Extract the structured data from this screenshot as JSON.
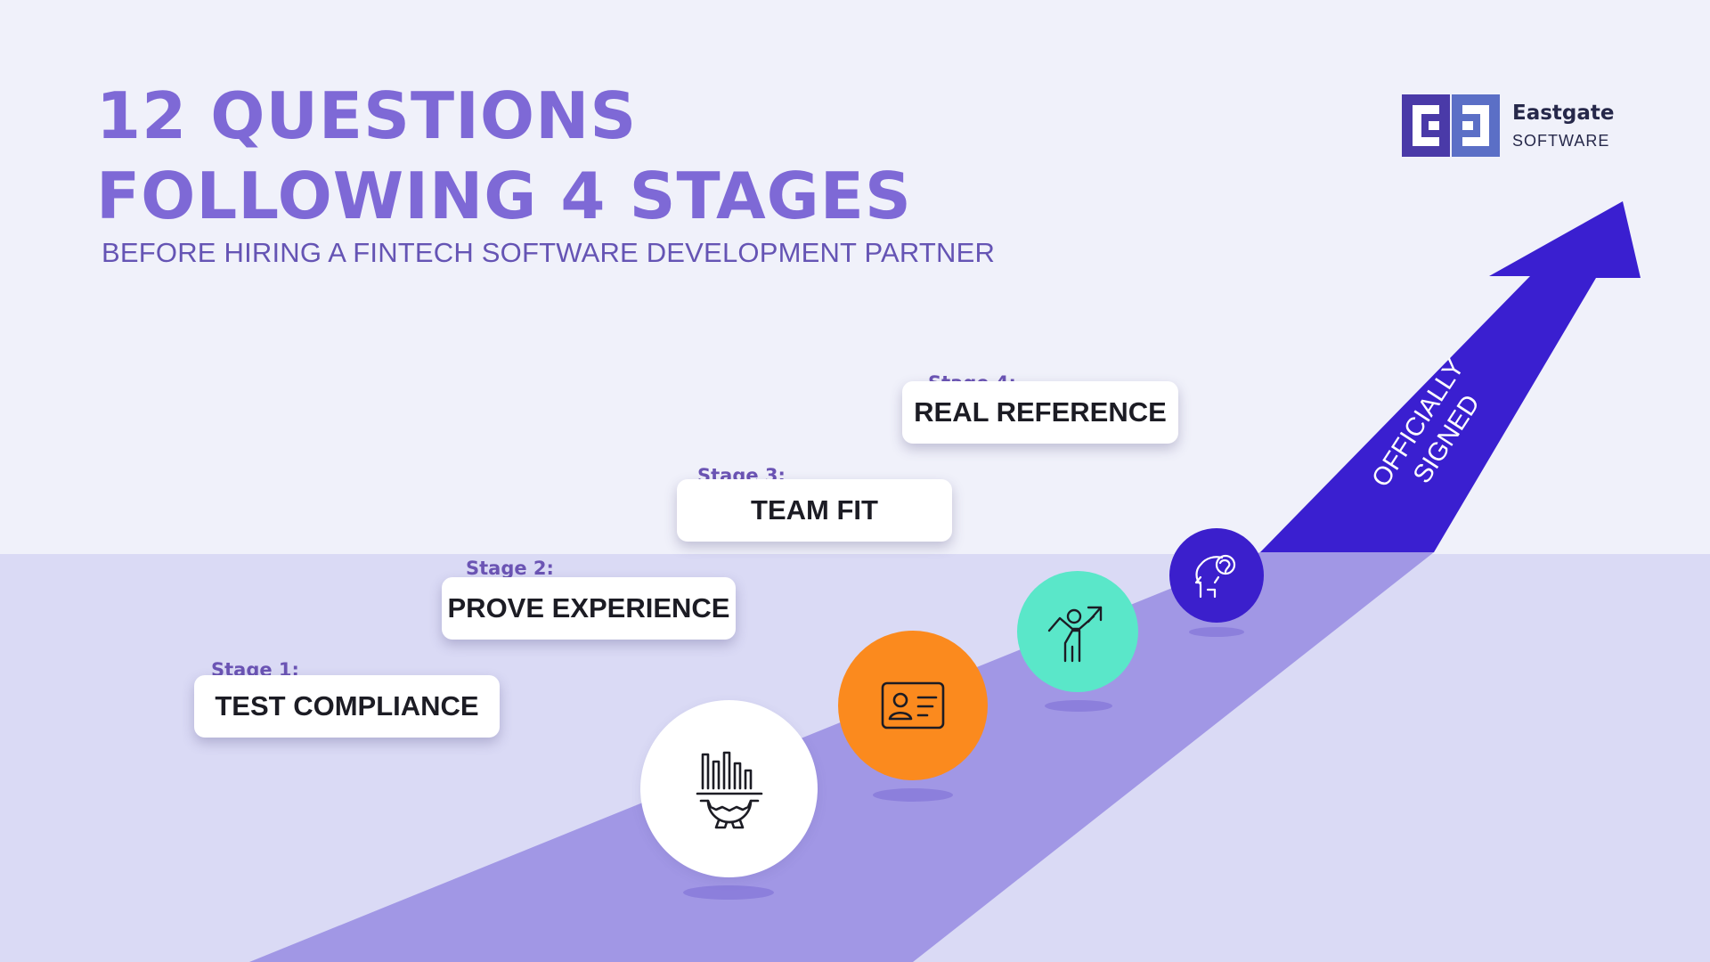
{
  "header": {
    "title_line1": "12 QUESTIONS",
    "title_line2": "FOLLOWING 4 STAGES",
    "subtitle": "BEFORE HIRING A FINTECH SOFTWARE DEVELOPMENT PARTNER"
  },
  "logo": {
    "name": "Eastgate",
    "tagline": "SOFTWARE",
    "icon": "eastgate-logo-mark"
  },
  "stages": [
    {
      "label": "Stage 1:",
      "title": "TEST COMPLIANCE",
      "icon": "analytics-gear-icon",
      "circle_color": "#ffffff"
    },
    {
      "label": "Stage 2:",
      "title": "PROVE EXPERIENCE",
      "icon": "id-card-icon",
      "circle_color": "#fb8a1e"
    },
    {
      "label": "Stage 3:",
      "title": "TEAM FIT",
      "icon": "growth-person-icon",
      "circle_color": "#5ae7c9"
    },
    {
      "label": "Stage 4:",
      "title": "REAL REFERENCE",
      "icon": "head-brain-icon",
      "circle_color": "#3b1fcc"
    }
  ],
  "arrow": {
    "label_line1": "OFFICIALLY",
    "label_line2": "SIGNED",
    "color": "#3a1fd0"
  },
  "colors": {
    "title": "#7e69d6",
    "subtitle": "#6554b4",
    "road": "#a197e5",
    "lower_background": "#dadaf5",
    "upper_background": "#f0f1fa"
  }
}
